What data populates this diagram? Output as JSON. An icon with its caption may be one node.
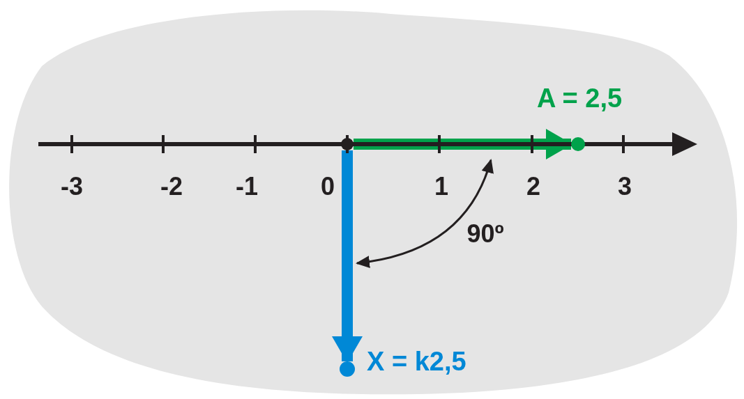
{
  "diagram": {
    "nodes": [
      {
        "text": [],
        "shape": "circle"
      },
      {
        "text": [],
        "shape": "circle",
        "beside": [
          "A = 2,5"
        ]
      },
      {
        "text": [],
        "shape": "circle",
        "beside": [
          "X = k2,5"
        ]
      }
    ],
    "edges": [
      {
        "from": 0,
        "to": 1,
        "arrow": "to",
        "color": "#00a24b"
      },
      {
        "from": 0,
        "to": 2,
        "arrow": "to",
        "color": "#0088d6"
      }
    ],
    "labels": [
      "-3",
      "-2",
      "-1",
      "0",
      "1",
      "2",
      "3",
      "90º"
    ]
  }
}
